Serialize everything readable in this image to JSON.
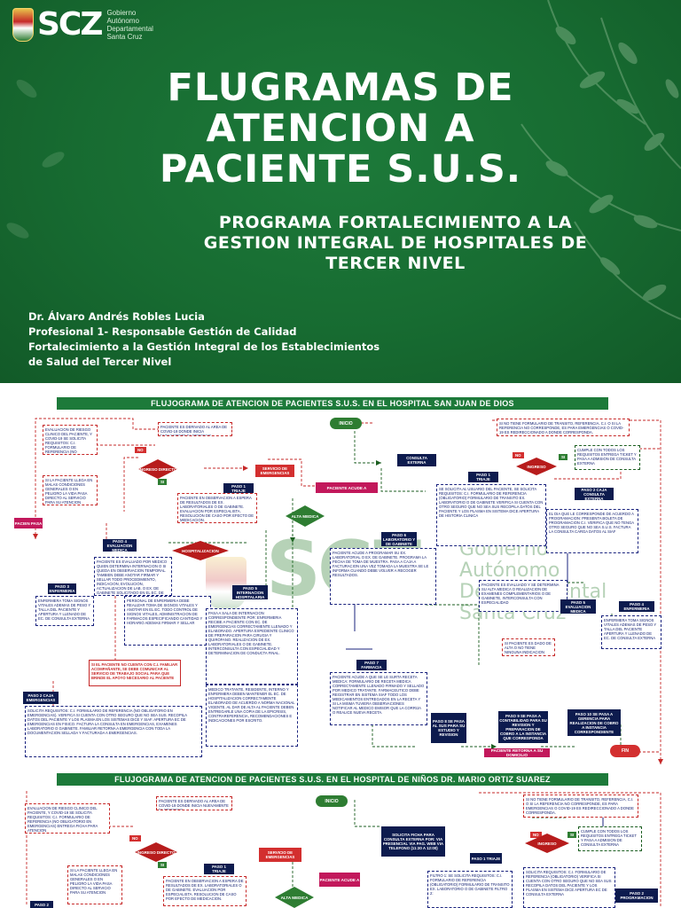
{
  "logo": {
    "brand": "SCZ",
    "gov_line1": "Gobierno",
    "gov_line2": "Autónomo",
    "gov_line3": "Departamental",
    "gov_line4": "Santa Cruz"
  },
  "title": {
    "line1": "FLUGRAMAS DE",
    "line2": "ATENCION A",
    "line3": "PACIENTE S.U.S."
  },
  "subtitle": {
    "line1": "PROGRAMA FORTALECIMIENTO A LA",
    "line2": "GESTION INTEGRAL DE HOSPITALES DE",
    "line3": "TERCER NIVEL"
  },
  "credits": {
    "author": "Dr. Álvaro Andrés Robles Lucia",
    "role": "Profesional 1- Responsable Gestión de Calidad",
    "program_line1": "Fortalecimiento a la Gestión Integral de los Establecimientos",
    "program_line2": "de Salud del Tercer Nivel"
  },
  "flow1": {
    "header": "FLUJOGRAMA DE ATENCION DE PACIENTES S.U.S. EN EL HOSPITAL SAN JUAN DE DIOS",
    "covid_box": "PACIENTE ES DERIVADO AL AREA DE COVID-19 DONDE INICIA NUEVAMENTE EL PROCESO",
    "inicio": "INICIO",
    "transito_box": "SI NO TIENE FORMULARIO DE TRANSITO, REFERENCIA, C.I. O SI LA REFERENCIA NO CORRESPONDE, ES PARA EMERGENCIAS O COVID-19 ES REDIRECCIONADO A DONDE CORRESPONDA.",
    "evaluacion_box": "EVALUACION DE RIESGO CLINICO DEL PACIENTE, Y COVID-19 SE SOLICITA REQUISITOS: C.I. FORMULARIO DE REFERENCIA (NO OBLIGATORIO EN EMERGENCIAS)",
    "no": "NO",
    "si": "SI",
    "ingreso_directo": "INGRESO DIRECTO",
    "servicio_emergencias": "SERVICIO DE EMERGENCIAS",
    "consulta_externa": "CONSULTA EXTERNA",
    "ingreso": "INGRESO",
    "cumple_box": "CUMPLE CON TODOS LOS REQUISITOS ENTREGA TICKET Y PASA A ADMISION DE CONSULTA EXTERNA",
    "llega_box": "SI LA PACIENTE LLEGA EN MALAS CONDICIONES GENERALES O EN PELIGRO LA VIDA PASA DIRECTO AL SERVICIO PARA SU ATENCION",
    "paso1_triaje": "PASO 1 TRIAJE",
    "observacion_box": "PACIENTE EN OBSERVACION A ESPERA DE RESULTADOS DE EX. LABORATORIALES O DE GABINETE. EVALUACION POR ESPECIALISTA. RESOLUCION DE CASO POR EFECTO DE MEDICACION.",
    "paciente_acude": "PACIENTE ACUDE A",
    "alta_medica": "ALTA MEDICA",
    "paso1_triaje2": "PASO 1 TRIAJE",
    "requisitos_box": "SE SOLICITA AL USUARIO DEL PACIENTE, SE SOLICITA REQUISITOS: C.I. FORMULARIO DE REFERENCIA (OBLIGATORIO) FORMULARIO DE TRANSITO EX. LABORATORIO O DE GABINETE VERIFICA SI CUENTA CON OTRO SEGURO QUE NO SEA SUS RECOPILA DATOS DEL PACIENTE Y LOS PLASMA EN SISTEMA DICE APERTURA DE HISTORIA CLINICA",
    "paso2_caja": "PASO 2 CAJA CONSULTA EXTERNA",
    "pacien_pasa": "PACIEN PASA",
    "paso4_eval": "PASO 4 EVALUACION MEDICA",
    "hospitalizacion": "HOSPITALIZACION",
    "paso6_lab": "PASO 6 LABORATORIO Y DE GABINETE",
    "dia_box": "EL DIA QUE LE CORRESPONDE DE ACUERDO A PROGRAMACION: PRESENTA BOLETA DE PROGRAMACION C.I. VERIFICA QUE NO TENGA OTRO SEGURO QUE NO SEA S.U.S. FACTURA LA CONSULTA CARGA DATOS AL SIAF",
    "eval_box": "PACIENTE ES EVALUADO POR MEDICO QUIEN DETERMINA INTERNACION O SI QUEDA EN OBSERVACION TEMPORAL. TAMBIEN DEBE ANOTAR FIRMAR Y SELLAR TODO PROCEDIMIENTO, INDICACION, EVOLUCION, ACTUALIZACION DE LAB. O EX. DE GABINETE SOLICITADO EN EL EC. DE EMERGENCIAS.",
    "lab_box": "PACIENTE ACUDE A PROGRAMAR SU EX. LABORATORIAL O EX. DE GABINETE. PROGRAMA LA FECHA DE TOMA DE MUESTRA. PASA A CAJA A FACTURACION UNA VEZ TOMADA LA MUESTRA SE LE INFORMA CUANDO DEBE VOLVER A RECOGER RESULTADOS.",
    "paso5_intern": "PASO 5 INTERNACION HOSPITALARIA",
    "paso3_enf": "PASO 3 ENFERMERIA",
    "enf_box": "ENFERMERA TOMA SIGNOS VITALES ADEMAS DE PESO Y TALLA DEL PACIENTE Y APERTURA Y LLENADO DE EC. DE CONSULTA EXTERNA",
    "personal_box": "PERSONAL DE ENFERMERIA DEBE REALIZAR TOMA DE SIGNOS VITALES Y ANOTAR EN EL EC. TODO CONTROL DE SIGNOS VITALES, ADMINISTRACION DE FARMACOS ESPECIFICANDO CANTIDAD Y HORARIO ADEMAS FIRMAR Y SELLAR",
    "paso5_eval": "PASO 5 EVALUACION MEDICA",
    "paso4_enf": "PASO 4 ENFERMERIA",
    "determina_box": "PACIENTE ES EVALUADO Y SE DETERMINA SU ALTA MEDICA O REALIZACION DE EXAMENES COMPLEMENTARIOS O DE GABINETE, INTERCONSULTA CON ESPECIALIDAD",
    "enf2_box": "ENFERMERA TOMA SIGNOS VITALES ADEMAS DE PESO Y TALLA DEL PACIENTE APERTURA Y LLENADO DE EC. DE CONSULTA EXTERNA",
    "intern_box": "PASA A SALA DE INTERNACION CORRESPONDIENTE POR: ENFERMERIA RECIBE A PACIENTE CON EC. DE EMERGENCIAS CORRECTAMENTE LLENADO Y ELABORADO. APERTURA EXPEDIENTE CLINICO DE PREPARACION PARA CIRUGIA Y QUIROFANO. REALIZACION DE EX. LABORATORIALES O DE GABINETE. INTERCONSULTA CON ESPECIALIDAD Y DETERMINACION DE CONDUCTA FINAL.",
    "familiar_box": "SI EL PACIENTE NO CUENTA CON C.I. FAMILIAR ACOMPAÑANTE, SE DEBE COMUNICAR AL SERVICIO DE TRABAJO SOCIAL PARA QUE BRINDE EL APOYO NECESARIO AL PACIENTE",
    "tratamiento_box": "MEDICO TRATANTE, RESIDENTE, INTERNO Y ENFERMERA DEBEN MANTENER EL EC. DE HOSPITALIZACION CORRECTAMENTE ELABORADO DE ACUERDO A NORMA NACIONAL VIGENTE. AL DAR DE ALTA AL PACIENTE DEBEN ENTREGARLE UNA COPIA DE LA EPICRISIS, CONTRAREFERENCIA, RECOMENDACIONES E INDICACIONES POR ESCRITO.",
    "paso7_farm": "PASO 7 FARMACIA",
    "dado_alta": "SI PACIENTE ES DADO DE ALTA O NO TIENE NINGUNA INDICACION MEDICA",
    "farm_box": "PACIENTE ACUDE A QUE SE LE SURTA RECETA MEDICA: FORMULARIO DE RECETA MEDICA CORRECTAMENTE LLENADO FIRMADO Y SELLADO POR MEDICO TRATANTE. FARMACEUTICO DEBE REGISTRAR EN SISTEMA SIAF TODO LOS MEDICAMENTOS ENTREGADOS EN LA RECETA Y SI LA MISMA TUVIERA OBSERVACIONES NOTIFICAR AL MEDICO EMISOR QUE LA CORRIJA O REALICE NUEVA RECETA.",
    "paso2_caja_em": "PASO 2 CAJA EMERGENCIAS",
    "caja_box": "SOLICITA REQUISITOS: C.I. FORMULARIO DE REFERENCIA (NO OBLIGATORIO EN EMERGENCIAS). VERIFICA SI CUENTA CON OTRO SEGURO QUE NO SEA SUS. RECOPILA DATOS DEL PACIENTE Y LOS PLASMA EN LOS SISTEMAS DICE Y SIAF. APERTURA EC DE EMERGENCIAS EN FISICO. FACTURA LA CONSULTA EN EMERGENCIAS, EXAMENES LABORATORIO O GABINETE. FAMILIAR RETORNA A EMERGENCIA CON TODA LA DOCUMENTACION SELLADA Y FACTURADA A EMERGENCIAS.",
    "paso8_caja": "PASO 8 SE PASA AL SUS PARA SU ESTUDIO Y REVISION",
    "paso9_caja": "PASO 9 SE PASA A CONTABILIDAD PARA SU REVISION Y PREPARACION DE COBRO A LA INSTANCIA QUE CORRESPONDA",
    "paso10": "PASO 10 SE PASA A GERENCIA PARA REALIZACION DE COBRO A INSTANCIA CORRESPONDIENTE",
    "retorna": "PACIENTE RETORNA A SU DOMICILIO",
    "fin": "FIN"
  },
  "watermark": {
    "brand": "SCZ",
    "line1": "Gobierno",
    "line2": "Autónomo",
    "line3": "Departamental",
    "line4": "Santa Cruz"
  },
  "flow2": {
    "header": "FLUJOGRAMA DE ATENCION DE PACIENTES S.U.S. EN EL HOSPITAL DE NIÑOS DR. MARIO ORTIZ SUAREZ",
    "covid_box": "PACIENTE ES DERIVADO AL AREA DE COVID-19 DONDE INICIA NUEVAMENTE EL PROCESO",
    "inicio": "INICIO",
    "transito_box": "SI NO TIENE FORMULARIO DE TRANSITO, REFERENCIA, C.I. O SI LA REFERENCIA NO CORRESPONDE, ES PARA EMERGENCIAS O COVID-19 ES REDIRECCIONADO A DONDE CORRESPONDA.",
    "evaluacion_box": "EVALUACION DE RIESGO CLINICO DEL PACIENTE, Y COVID-19 SE SOLICITA REQUISITOS: C.I. FORMULARIO DE REFERENCIA (NO OBLIGATORIO EN EMERGENCIAS) ENTREGA FICHA PARA ATENCION",
    "no": "NO",
    "si": "SI",
    "ingreso_directo": "INGRESO DIRECTO",
    "servicio_emergencias": "SERVICIO DE EMERGENCIAS",
    "consulta_box": "SOLICITA FICHA PARA CONSULTA EXTERNA POR: VIA PRESENCIAL VIA PAG. WEB VIA TELEFONO (11:30 A 12:00)",
    "ingreso": "INGRESO",
    "cumple_box": "CUMPLE CON TODOS LOS REQUISITOS ENTREGA TICKET Y PASA A ADMISION DE CONSULTA EXTERNA",
    "llega_box": "SI LA PACIENTE LLEGA EN MALAS CONDICIONES GENERALES O EN PELIGRO LA VIDA PASA DIRECTO AL SERVICIO PARA SU ATENCION",
    "paso1_triaje": "PASO 1 TRIAJE",
    "observacion_box": "PACIENTE EN OBSERVACION A ESPERA DE RESULTADOS DE EX. LABORATORIALES O DE GABINETE. EVALUACION POR ESPECIALISTA. RESOLUCION DE CASO POR EFECTO DE MEDICACION.",
    "paciente_acude": "PACIENTE ACUDE A",
    "paso1_triaje2": "PASO 1 TRIAJE",
    "filtro_box": "FILTRO 1: SE SOLICITA REQUISITOS: C.I. FORMULARIO DE REFERENCIA (OBLIGATORIO) FORMULARIO DE TRANSITO EX. LABORATORIO O DE GABINETE FILTRO 2:",
    "requisitos_box": "SOLICITA REQUISITOS: C.I. FORMULARIO DE REFERENCIA (OBLIGATORIO) VERIFICA SI CUENTA CON OTRO SEGURO QUE NO SEA SUS RECOPILA DATOS DEL PACIENTE Y LOS PLASMA EN SISTEMA DICE APERTURA EC DE CONSULTA EXTERNA",
    "alta_medica": "ALTA MEDICA",
    "paso2": "PASO 2",
    "paso2_prog": "PASO 2 PROGRAMACION"
  }
}
